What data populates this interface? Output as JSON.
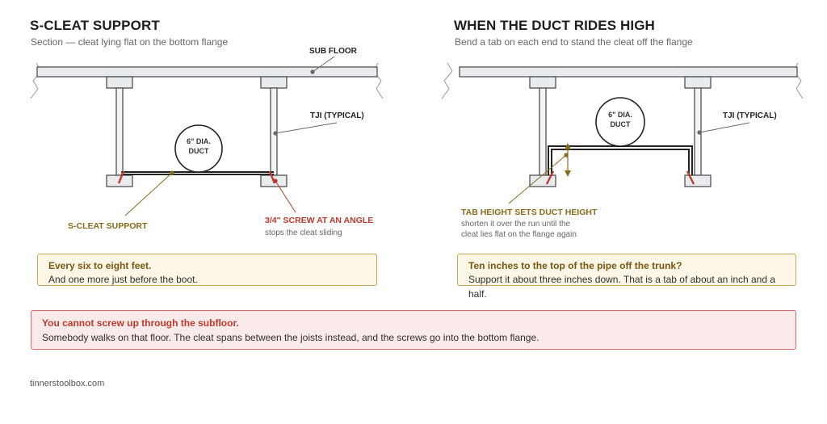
{
  "left": {
    "title": "S-CLEAT SUPPORT",
    "subtitle": "Section — cleat lying flat on the bottom flange",
    "labels": {
      "sub_floor": "SUB FLOOR",
      "tji": "TJI (TYPICAL)",
      "duct_line1": "6\" DIA.",
      "duct_line2": "DUCT",
      "s_cleat": "S-CLEAT SUPPORT",
      "screw": "3/4\" SCREW AT AN ANGLE",
      "screw_note": "stops the cleat sliding"
    },
    "note": {
      "title": "Every six to eight feet.",
      "body": "And one more just before the boot."
    }
  },
  "right": {
    "title": "WHEN THE DUCT RIDES HIGH",
    "subtitle": "Bend a tab on each end to stand the cleat off the flange",
    "labels": {
      "tji": "TJI (TYPICAL)",
      "duct_line1": "6\" DIA.",
      "duct_line2": "DUCT",
      "tab": "TAB HEIGHT SETS DUCT HEIGHT",
      "tab_note1": "shorten it over the run until the",
      "tab_note2": "cleat lies flat on the flange again"
    },
    "note": {
      "title": "Ten inches to the top of the pipe off the trunk?",
      "body": "Support it about three inches down. That is a tab of about an inch and a half."
    }
  },
  "warning": {
    "title": "You cannot screw up through the subfloor.",
    "body": "Somebody walks on that floor. The cleat spans between the joists instead, and the screws go into the bottom flange."
  },
  "footer": "tinnerstoolbox.com",
  "colors": {
    "accent_gold": "#8a6a1c",
    "accent_red": "#c0392b",
    "lumber_fill": "#e9ecef",
    "line": "#444444",
    "note_bg": "#fbf6e6",
    "warn_bg": "#fbeaea"
  }
}
